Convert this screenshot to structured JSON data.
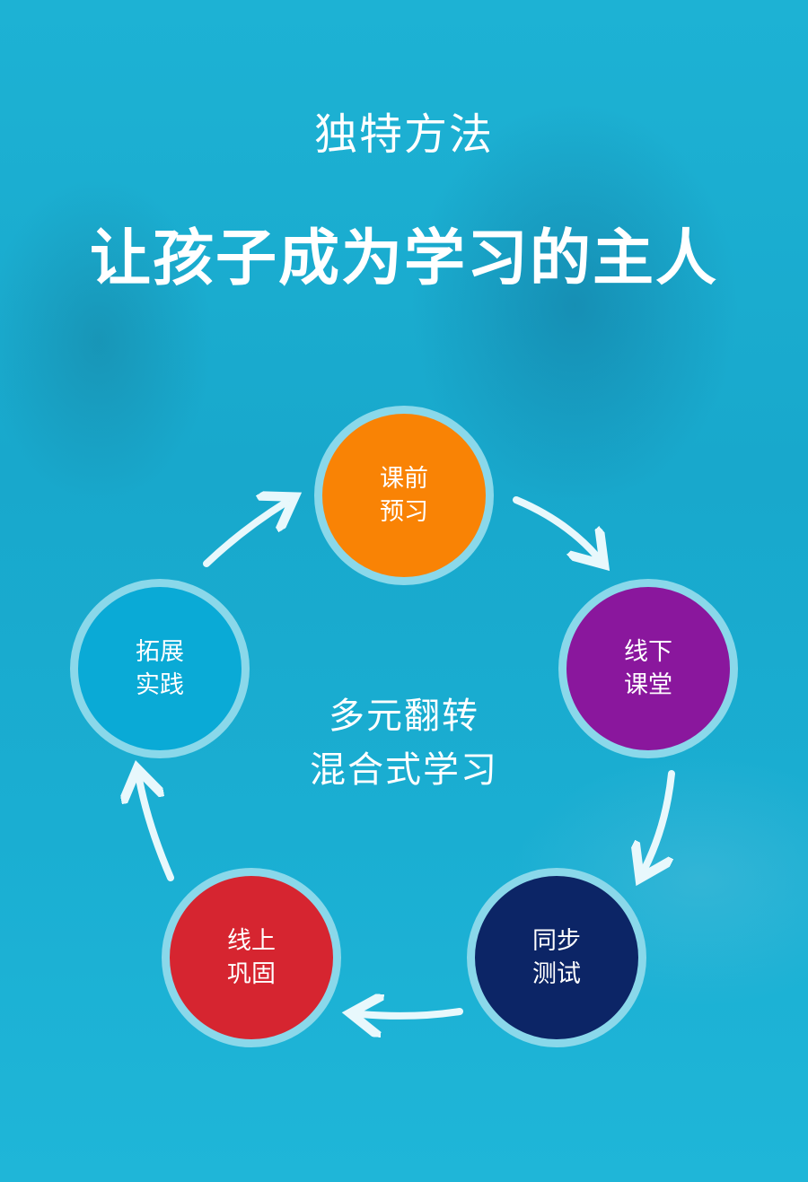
{
  "header": {
    "subtitle": "独特方法",
    "title": "让孩子成为学习的主人"
  },
  "cycle": {
    "center_line1": "多元翻转",
    "center_line2": "混合式学习",
    "nodes": [
      {
        "label": "课前预习",
        "color": "#f98305"
      },
      {
        "label": "线下课堂",
        "color": "#8a179d"
      },
      {
        "label": "同步测试",
        "color": "#0c2566"
      },
      {
        "label": "线上巩固",
        "color": "#d62530"
      },
      {
        "label": "拓展实践",
        "color": "#0aaad6"
      }
    ],
    "ring_color": "#8ad8ea",
    "arrow_color": "#e8f8fc"
  }
}
